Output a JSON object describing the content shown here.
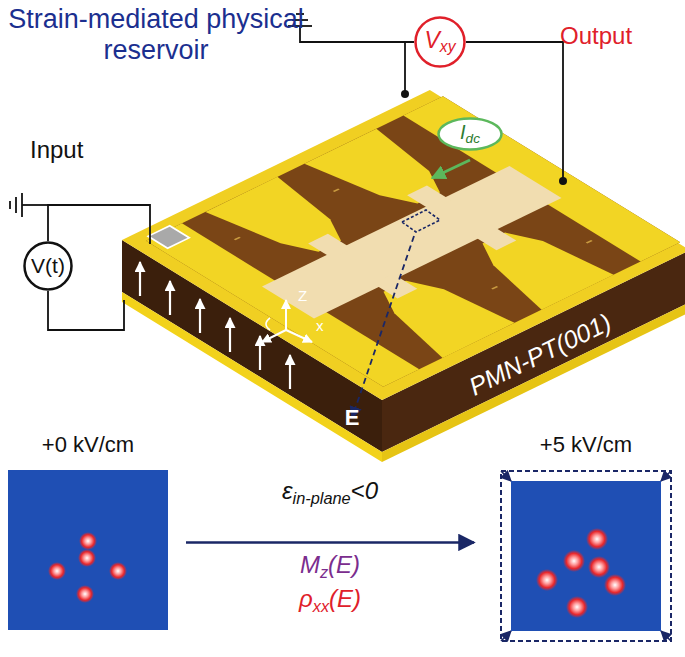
{
  "diagram": {
    "title": "Strain-mediated physical reservoir",
    "nodes": [
      {
        "text": [
          "Vxy"
        ]
      },
      {
        "text": [
          "Idc"
        ]
      },
      {
        "text": [
          "V(t)"
        ]
      },
      {
        "text": [
          "+0 kV/cm"
        ]
      },
      {
        "text": [
          "+5 kV/cm"
        ]
      }
    ],
    "edges": [
      {
        "from": 3,
        "to": 4,
        "arrow": "to"
      }
    ],
    "labels": [
      "Output",
      "Input",
      "PMN-PT(001)",
      "E",
      "Z",
      "x",
      "εin-plane<0",
      "Mz(E)",
      "ρxx(E)"
    ]
  }
}
